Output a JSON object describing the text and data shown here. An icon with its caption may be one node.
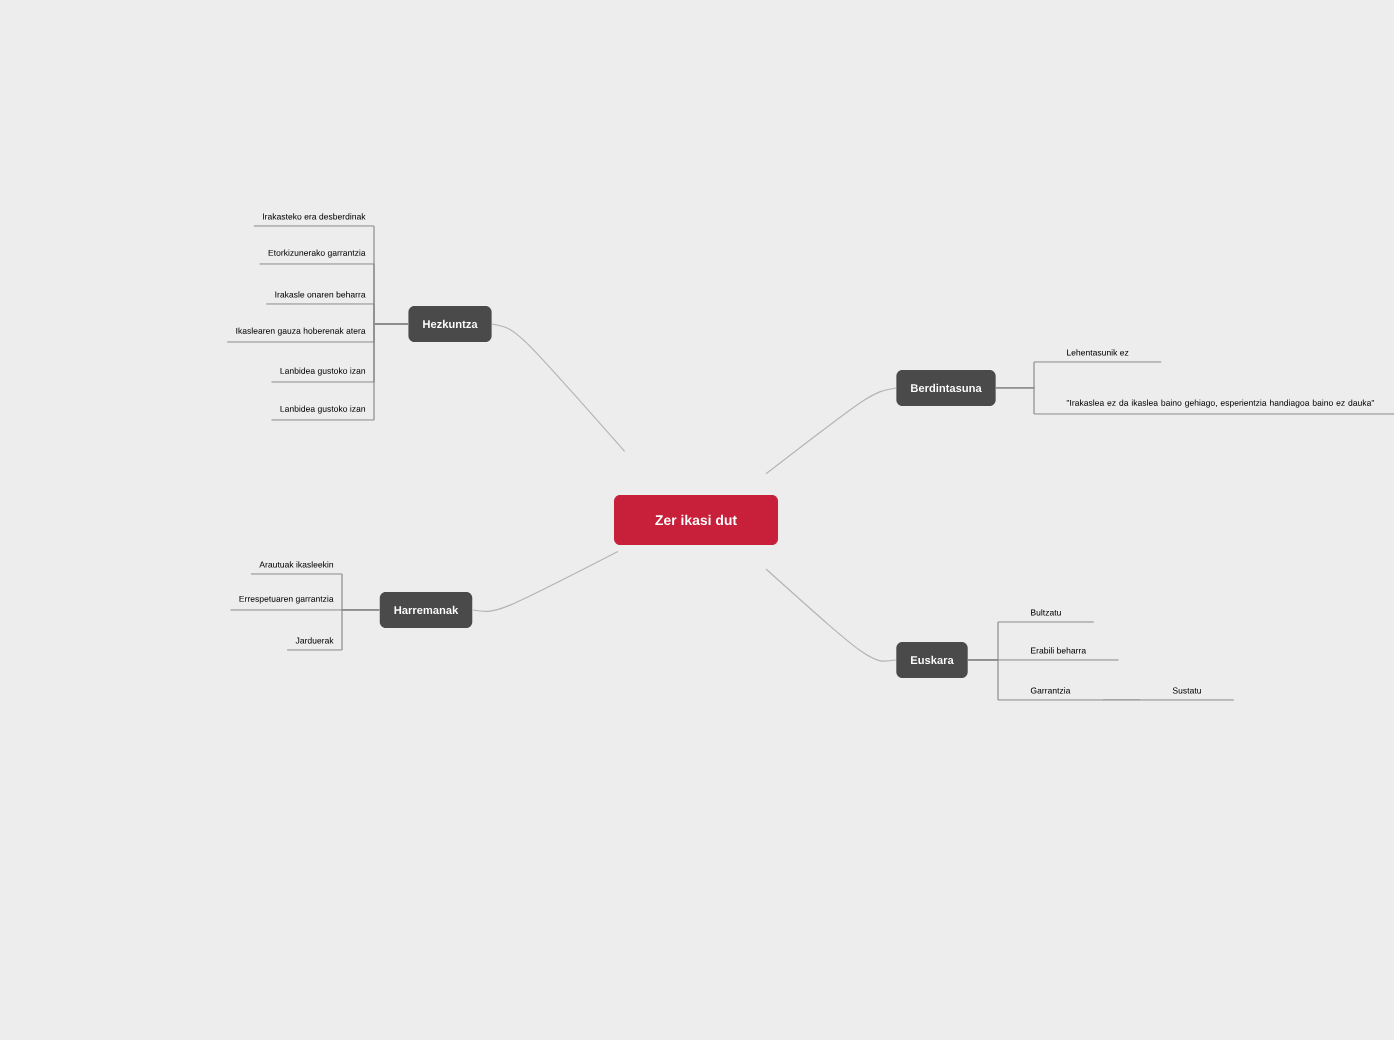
{
  "diagram": {
    "nodes": [
      {
        "text": [
          "Zer ikasi dut"
        ]
      },
      {
        "text": [
          "Hezkuntza"
        ]
      },
      {
        "text": [
          "Irakasteko era desberdinak"
        ]
      },
      {
        "text": [
          "Etorkizunerako garrantzia"
        ]
      },
      {
        "text": [
          "Irakasle onaren beharra"
        ]
      },
      {
        "text": [
          "Ikaslearen gauza hoberenak atera"
        ]
      },
      {
        "text": [
          "Lanbidea gustoko izan"
        ]
      },
      {
        "text": [
          "Lanbidea gustoko izan"
        ]
      },
      {
        "text": [
          "Harremanak"
        ]
      },
      {
        "text": [
          "Arautuak ikasleekin"
        ]
      },
      {
        "text": [
          "Errespetuaren garrantzia"
        ]
      },
      {
        "text": [
          "Jarduerak"
        ]
      },
      {
        "text": [
          "Berdintasuna"
        ]
      },
      {
        "text": [
          "Lehentasunik ez"
        ]
      },
      {
        "text": [
          "\"Irakaslea ez da ikaslea baino gehiago, esperientzia handiagoa baino ez dauka\""
        ]
      },
      {
        "text": [
          "Euskara"
        ]
      },
      {
        "text": [
          "Bultzatu"
        ]
      },
      {
        "text": [
          "Erabili beharra"
        ]
      },
      {
        "text": [
          "Garrantzia"
        ]
      },
      {
        "text": [
          "Sustatu"
        ]
      }
    ],
    "edges": [
      {
        "from": 0,
        "to": 1,
        "arrow": "none",
        "color": "#b4b4b4"
      },
      {
        "from": 0,
        "to": 8,
        "arrow": "none",
        "color": "#b4b4b4"
      },
      {
        "from": 0,
        "to": 12,
        "arrow": "none",
        "color": "#b4b4b4"
      },
      {
        "from": 0,
        "to": 15,
        "arrow": "none",
        "color": "#b4b4b4"
      },
      {
        "from": 1,
        "to": 2,
        "arrow": "none"
      },
      {
        "from": 1,
        "to": 3,
        "arrow": "none"
      },
      {
        "from": 1,
        "to": 4,
        "arrow": "none"
      },
      {
        "from": 1,
        "to": 5,
        "arrow": "none"
      },
      {
        "from": 1,
        "to": 6,
        "arrow": "none"
      },
      {
        "from": 1,
        "to": 7,
        "arrow": "none"
      },
      {
        "from": 8,
        "to": 9,
        "arrow": "none"
      },
      {
        "from": 8,
        "to": 10,
        "arrow": "none"
      },
      {
        "from": 8,
        "to": 11,
        "arrow": "none"
      },
      {
        "from": 12,
        "to": 13,
        "arrow": "none"
      },
      {
        "from": 12,
        "to": 14,
        "arrow": "none"
      },
      {
        "from": 15,
        "to": 16,
        "arrow": "none"
      },
      {
        "from": 15,
        "to": 17,
        "arrow": "none"
      },
      {
        "from": 15,
        "to": 18,
        "arrow": "none"
      },
      {
        "from": 18,
        "to": 19,
        "arrow": "none"
      }
    ]
  }
}
